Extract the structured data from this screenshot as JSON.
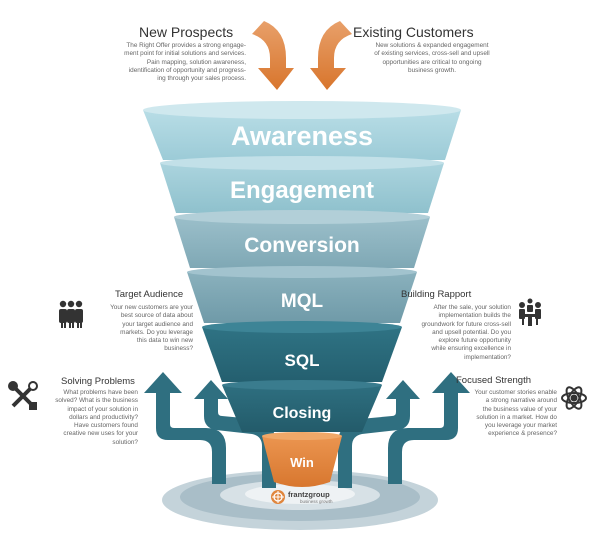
{
  "colors": {
    "arrow_orange": "#e0863d",
    "arrow_teal": "#2f6f80",
    "tier1": "#a9d3de",
    "tier3": "#8bb3bf",
    "tier5": "#2f6f80",
    "win": "#e0863d",
    "platform": "#b7c9d2"
  },
  "funnel": {
    "tiers": [
      {
        "label": "Awareness"
      },
      {
        "label": "Engagement"
      },
      {
        "label": "Conversion"
      },
      {
        "label": "MQL"
      },
      {
        "label": "SQL"
      },
      {
        "label": "Closing"
      },
      {
        "label": "Win"
      }
    ]
  },
  "new_prospects": {
    "title": "New Prospects",
    "body": "The Right Offer provides a strong engage-\nment point for initial solutions and services.\nPain mapping, solution awareness,\nidentification of opportunity and progress-\ning through your sales process."
  },
  "existing_customers": {
    "title": "Existing Customers",
    "body": "New solutions & expanded engagement\nof existing services, cross-sell and upsell\nopportunities are critical to ongoing\nbusiness growth."
  },
  "target_audience": {
    "title": "Target Audience",
    "icon": "people-group-icon",
    "body": "Your new customers are your\nbest source of data about\nyour target audience and\nmarkets. Do you leverage\nthis data to win new\nbusiness?"
  },
  "solving_problems": {
    "title": "Solving Problems",
    "icon": "tools-icon",
    "body": "What problems have been\nsolved? What is the business\nimpact of your solution in\ndollars and productivity?\nHave customers found\ncreative new uses for your\nsolution?"
  },
  "building_rapport": {
    "title": "Building Rapport",
    "icon": "meeting-icon",
    "body": "After the sale, your solution\nimplementation builds the\ngroundwork for future cross-sell\nand upsell potential. Do you\nexplore future opportunity\nwhile ensuring excellence in\nimplementation?"
  },
  "focused_strength": {
    "title": "Focused Strength",
    "icon": "atom-icon",
    "body": "Your customer stories enable\na strong narrative around\nthe business value of your\nsolution in a market. How do\nyou leverage your market\nexperience & presence?"
  },
  "logo": {
    "name": "frantzgroup",
    "tagline": "business growth"
  }
}
